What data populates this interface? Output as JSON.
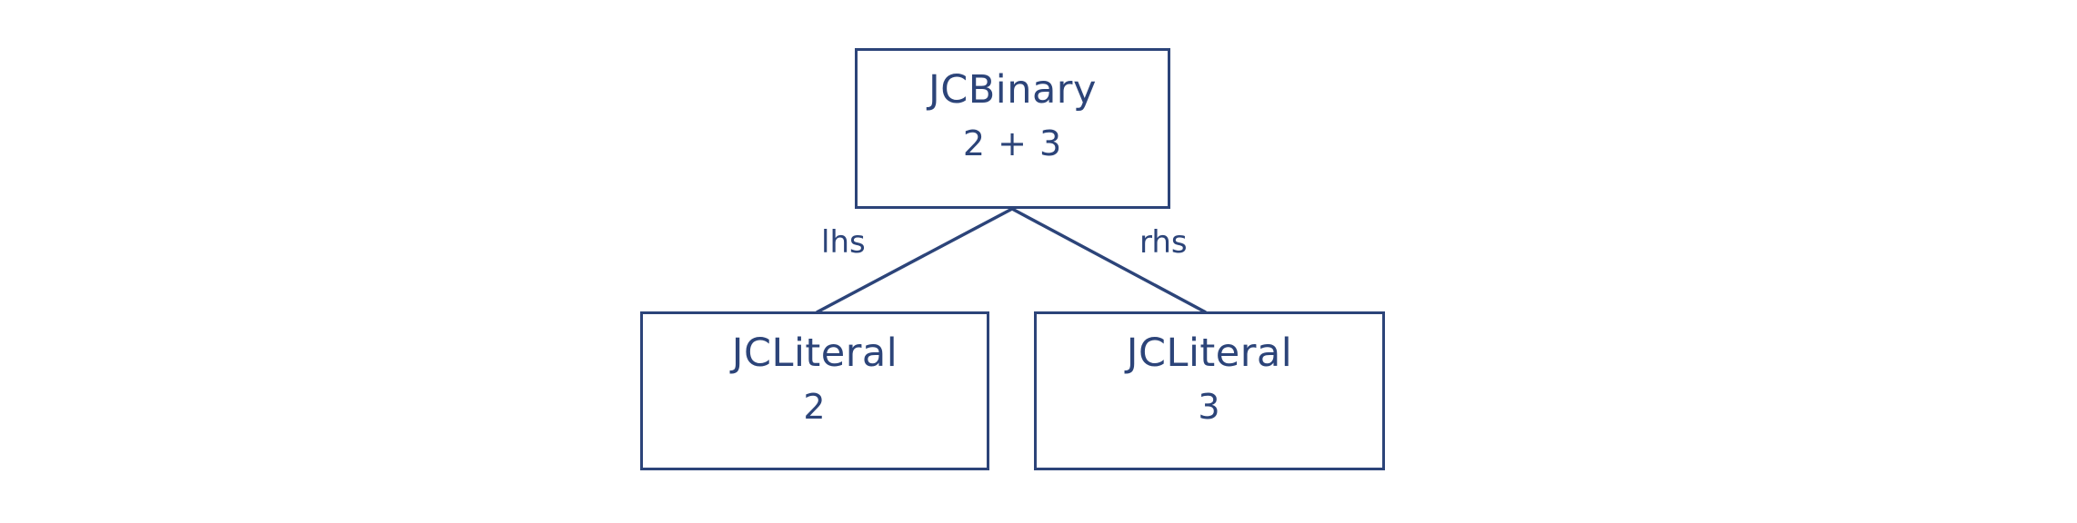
{
  "diagram": {
    "type": "ast-tree",
    "background_color": "#ffffff",
    "stroke_color": "#2c4479",
    "text_color": "#2c4479",
    "nodes": [
      {
        "id": "root",
        "title": "JCBinary",
        "subtitle": "2 + 3"
      },
      {
        "id": "left",
        "title": "JCLiteral",
        "subtitle": "2"
      },
      {
        "id": "right",
        "title": "JCLiteral",
        "subtitle": "3"
      }
    ],
    "edges": [
      {
        "id": "lhs",
        "label": "lhs",
        "from": "root",
        "to": "left"
      },
      {
        "id": "rhs",
        "label": "rhs",
        "from": "root",
        "to": "right"
      }
    ]
  }
}
